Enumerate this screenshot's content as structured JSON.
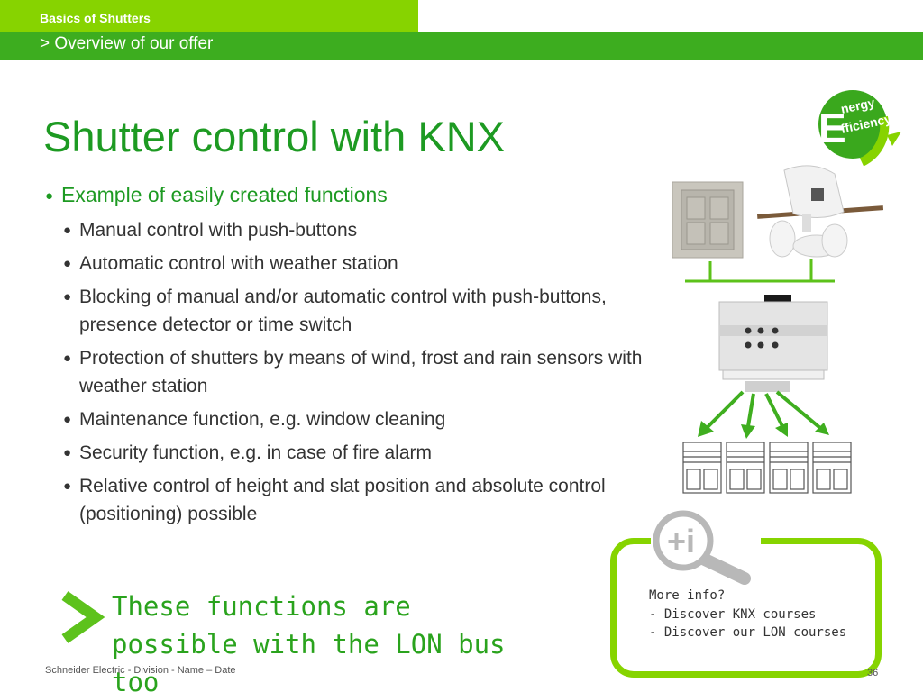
{
  "header": {
    "section": "Basics of Shutters",
    "subsection": "> Overview of our offer"
  },
  "title": "Shutter control with KNX",
  "main_bullet": "Example of easily created functions",
  "sub_bullets": [
    "Manual control with push-buttons",
    "Automatic control with weather station",
    "Blocking of manual and/or automatic control with push-buttons, presence detector or time switch",
    "Protection of shutters by means of wind, frost and rain sensors with weather station",
    "Maintenance function, e.g. window cleaning",
    "Security function, e.g. in case of fire alarm",
    "Relative control of height and slat position and absolute control (positioning) possible"
  ],
  "note": "These functions are possible with the LON bus too",
  "info": {
    "line1": "More info?",
    "line2": "- Discover KNX courses",
    "line3": "- Discover our LON courses"
  },
  "logo": {
    "letter": "E",
    "word1": "nergy",
    "word2": "fficiency"
  },
  "footer": "Schneider Electric - Division - Name – Date",
  "page_number": "36",
  "colors": {
    "light_green": "#87d300",
    "dark_green": "#3dad1f",
    "title_green": "#1d9a22"
  }
}
